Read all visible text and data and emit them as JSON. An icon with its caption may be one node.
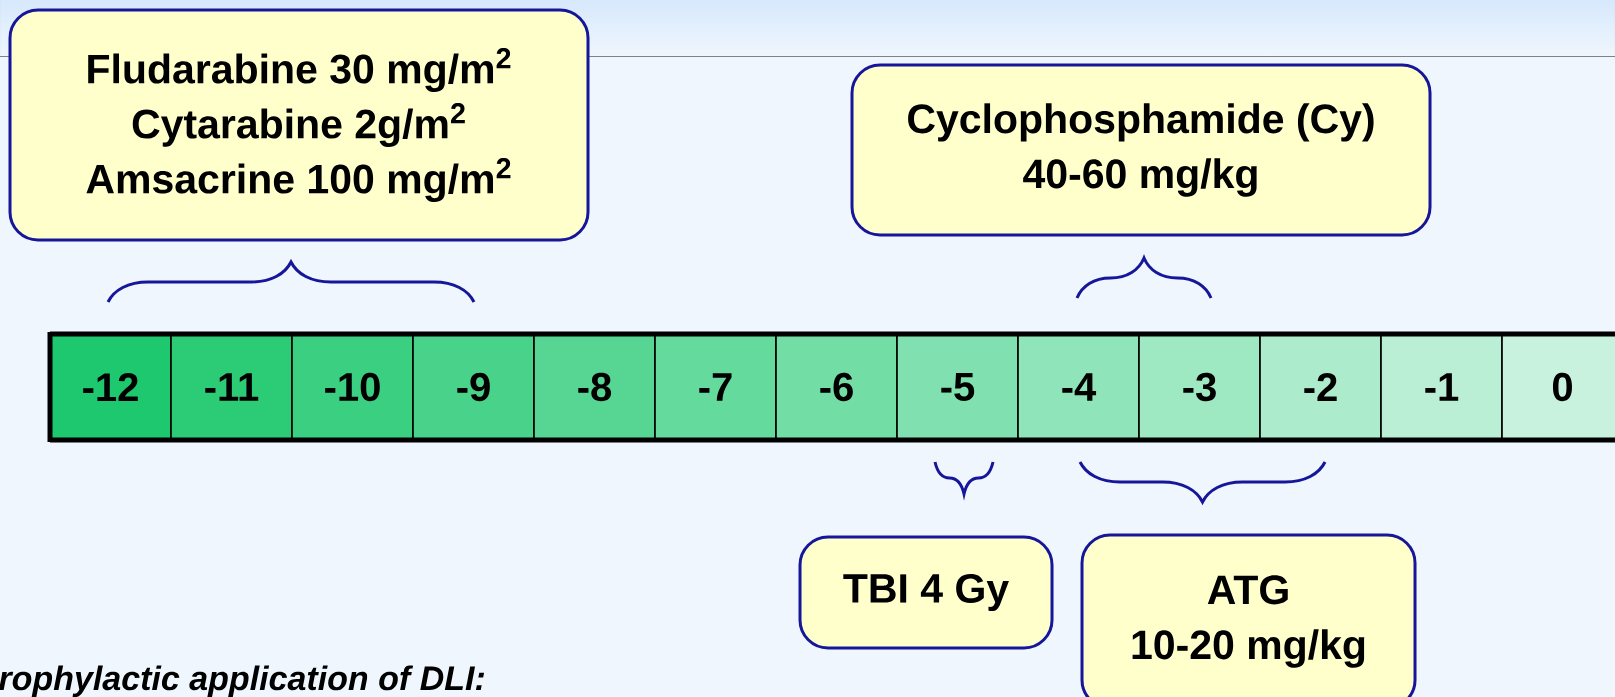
{
  "diagram": {
    "nodes": [
      {
        "text": [
          "Fludarabine 30 mg/m$^{2}$",
          "Cytarabine 2g/m$^{2}$",
          "Amsacrine 100 mg/m$^{2}$"
        ]
      },
      {
        "text": [
          "Cyclophosphamide (Cy)",
          "40-60 mg/kg"
        ]
      },
      {
        "text": [
          "-12"
        ]
      },
      {
        "text": [
          "-11"
        ]
      },
      {
        "text": [
          "-10"
        ]
      },
      {
        "text": [
          "-9"
        ]
      },
      {
        "text": [
          "-8"
        ]
      },
      {
        "text": [
          "-7"
        ]
      },
      {
        "text": [
          "-6"
        ]
      },
      {
        "text": [
          "-5"
        ]
      },
      {
        "text": [
          "-4"
        ]
      },
      {
        "text": [
          "-3"
        ]
      },
      {
        "text": [
          "-2"
        ]
      },
      {
        "text": [
          "-1"
        ]
      },
      {
        "text": [
          "0"
        ]
      },
      {
        "text": [
          "TBI 4 Gy"
        ]
      },
      {
        "text": [
          "ATG",
          "10-20 mg/kg"
        ]
      }
    ],
    "labels": [
      "rophylactic application of DLI:"
    ]
  }
}
